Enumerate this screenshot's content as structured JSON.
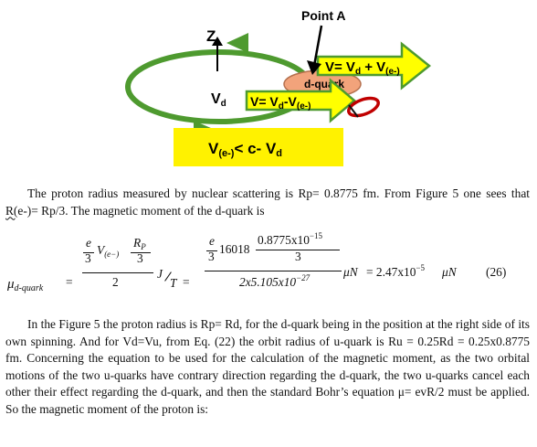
{
  "figure": {
    "point_label": "Point A",
    "axis_label": "Z",
    "velocity_label": "V",
    "velocity_sub": "d",
    "quark_label": "d-quark",
    "upper_arrow_text": "V= V",
    "upper_arrow_sub1": "d",
    "upper_arrow_mid": " + V",
    "upper_arrow_sub2": "(e-)",
    "lower_arrow_text": "V= V",
    "lower_arrow_sub1": "d",
    "lower_arrow_mid": "-V",
    "lower_arrow_sub2": "(e-)",
    "box_text_a": "V",
    "box_sub": "(e-)",
    "box_text_b": "< c- V",
    "box_sub2": "d",
    "colors": {
      "green": "#4e9a2f",
      "yellow": "#ffff00",
      "box_yellow": "#fff200",
      "quark": "#f2a37b",
      "red": "#c00000"
    }
  },
  "text": {
    "p1_a": "The proton radius measured by nuclear scattering is Rp= 0.8775 fm. From Figure 5 one sees that ",
    "p1_wavy": "R(",
    "p1_b": "e-)= Rp/3. The magnetic moment of the d-quark is",
    "p2": "In the Figure 5 the proton radius is Rp= Rd, for the d-quark being in the position at the right side of its own spinning. And for Vd=Vu, from Eq. (22) the orbit radius of u-quark is Ru = 0.25Rd = 0.25x0.8775 fm. Concerning the equation to be used for the calculation of the magnetic moment, as the two orbital motions of the two u-quarks have contrary direction regarding the d-quark, the two u-quarks cancel each other their effect regarding the d-quark, and then the standard Bohr’s equation μ= evR/2 must be applied. So the magnetic moment of the proton is:"
  },
  "equation": {
    "mu": "μ",
    "mu_sub": "d-quark",
    "eq": "=",
    "e": "e",
    "three": "3",
    "V": "V",
    "V_sub": "(e−)",
    "R": "R",
    "R_sub": "P",
    "two": "2",
    "J": "J",
    "T": "T",
    "num_const": "16018",
    "num_val": "0.8775x10",
    "num_exp": "−15",
    "den_val": "2x5.105x10",
    "den_exp": "−27",
    "muN": "μN",
    "result": "= 2.47x10",
    "result_exp": "−5",
    "result_unit": "μN",
    "eq_number": "(26)"
  }
}
